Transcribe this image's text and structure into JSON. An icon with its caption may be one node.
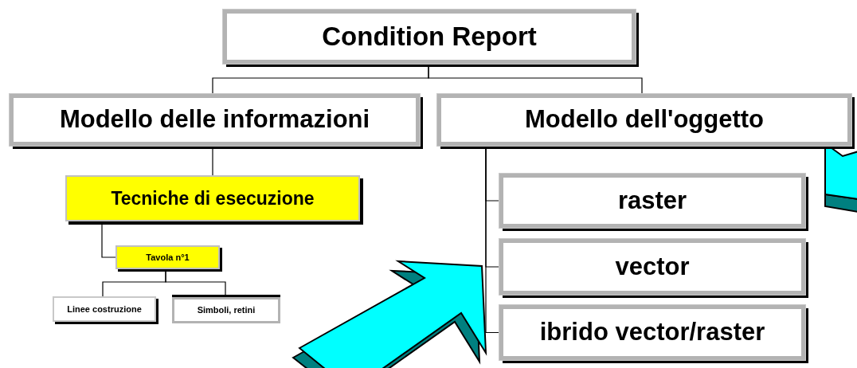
{
  "diagram": {
    "nodes": [
      {
        "text": [
          "Condition Report"
        ]
      },
      {
        "text": [
          "Modello delle informazioni"
        ]
      },
      {
        "text": [
          "Modello dell'oggetto"
        ]
      },
      {
        "text": [
          "Tecniche di esecuzione"
        ]
      },
      {
        "text": [
          "Tavola n°1"
        ]
      },
      {
        "text": [
          "Linee costruzione"
        ]
      },
      {
        "text": [
          "Simboli, retini"
        ]
      },
      {
        "text": [
          "raster"
        ]
      },
      {
        "text": [
          "vector"
        ]
      },
      {
        "text": [
          "ibrido vector/raster"
        ]
      }
    ],
    "edges": [
      {
        "from": 0,
        "to": 1,
        "arrow": "none"
      },
      {
        "from": 0,
        "to": 2,
        "arrow": "none"
      },
      {
        "from": 1,
        "to": 3,
        "arrow": "none"
      },
      {
        "from": 3,
        "to": 4,
        "arrow": "none"
      },
      {
        "from": 4,
        "to": 5,
        "arrow": "none"
      },
      {
        "from": 4,
        "to": 6,
        "arrow": "none"
      },
      {
        "from": 2,
        "to": 7,
        "arrow": "none"
      },
      {
        "from": 2,
        "to": 8,
        "arrow": "none"
      },
      {
        "from": 2,
        "to": 9,
        "arrow": "none"
      },
      {
        "from": null,
        "to": 8,
        "arrow": "to",
        "style": "thick",
        "color": "#00ffff"
      }
    ]
  }
}
